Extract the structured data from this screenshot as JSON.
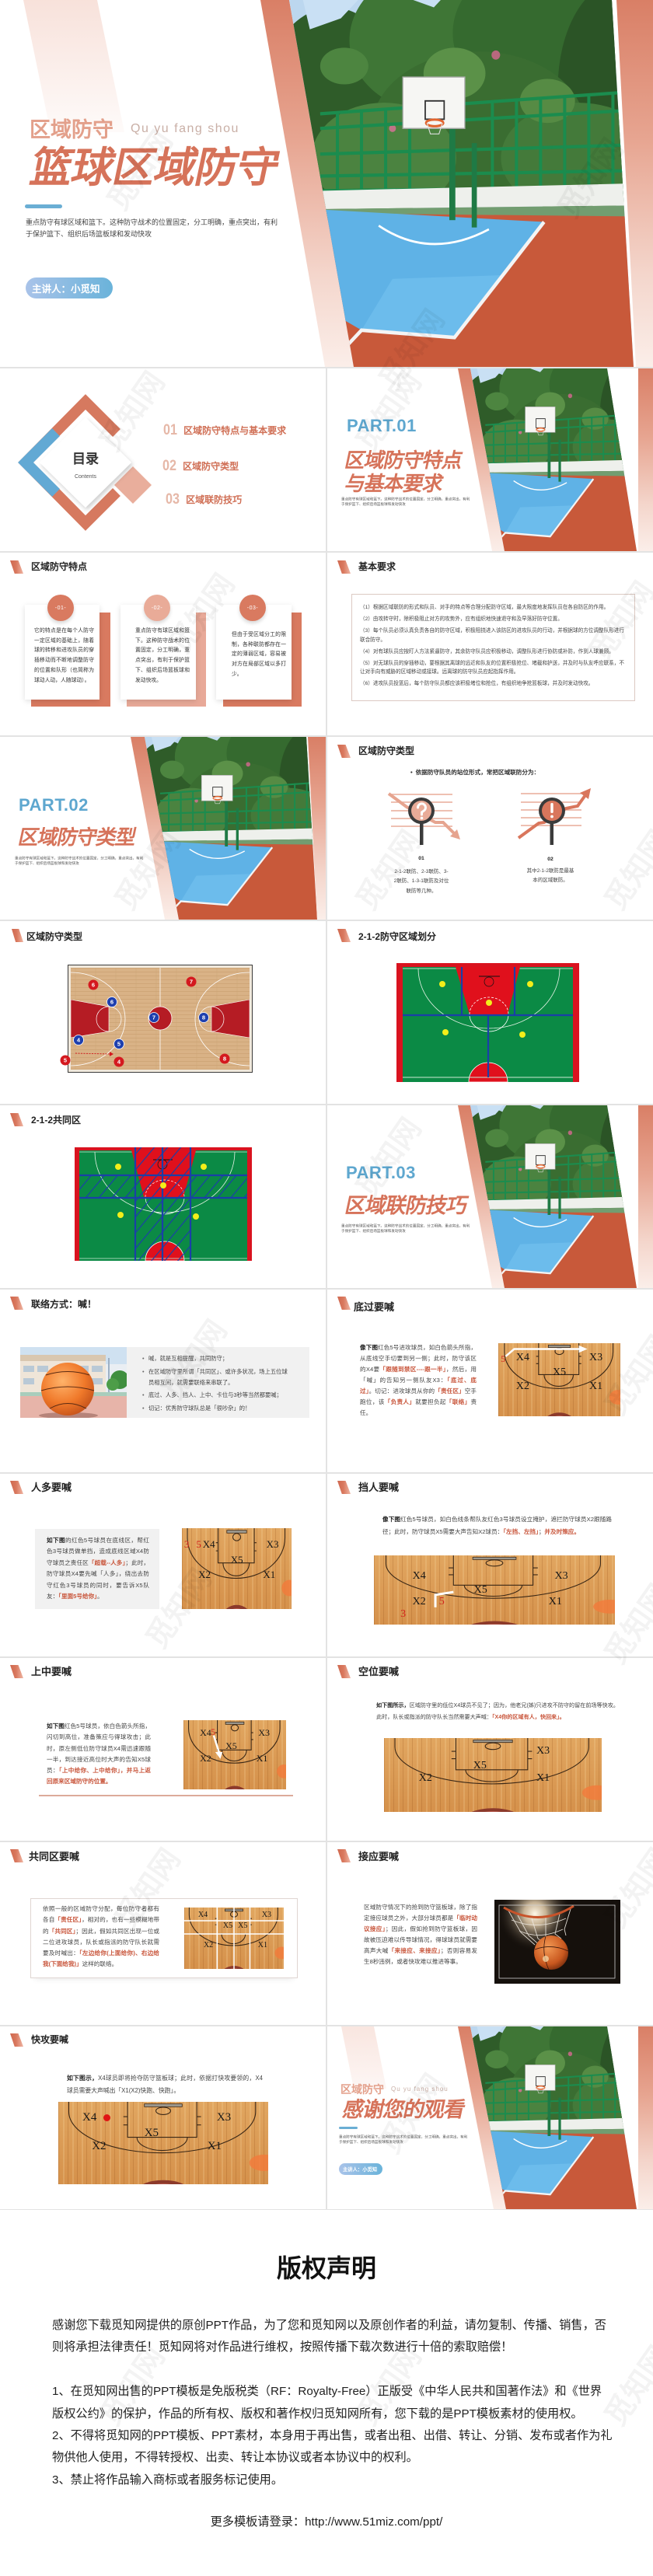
{
  "watermark": "觅知网",
  "colors": {
    "accent": "#d6735a",
    "accent_light": "#e9ab98",
    "blue": "#5ea7cf",
    "highlight": "#c9573d"
  },
  "cover": {
    "subtitle_cn": "区域防守",
    "subtitle_pinyin": "Qu yu fang shou",
    "title": "篮球区域防守",
    "description": "重点防守有球区域和篮下。这种防守战术的位置固定，分工明确，重点突出，有利于保护篮下、组织后场篮板球和发动快攻",
    "presenter": "主讲人：小觅知"
  },
  "toc": {
    "title": "目录",
    "subtitle": "Contents",
    "items": [
      {
        "num": "01",
        "label": "区域防守特点与基本要求"
      },
      {
        "num": "02",
        "label": "区域防守类型"
      },
      {
        "num": "03",
        "label": "区域联防技巧"
      }
    ]
  },
  "part1": {
    "label": "PART.01",
    "title_line1": "区域防守特点",
    "title_line2": "与基本要求",
    "description": "重点防守有球区域和篮下。这种防守战术的位置固定，分工明确，重点突出，有利于保护篮下、组织后场篮板球和发动快攻"
  },
  "part2": {
    "label": "PART.02",
    "title": "区域防守类型",
    "description": "重点防守有球区域和篮下。这种防守战术的位置固定，分工明确，重点突出，有利于保护篮下、组织后场篮板球和发动快攻"
  },
  "part3": {
    "label": "PART.03",
    "title": "区域联防技巧",
    "description": "重点防守有球区域和篮下。这种防守战术的位置固定，分工明确，重点突出，有利于保护篮下、组织后场篮板球和发动快攻"
  },
  "features": {
    "title": "区域防守特点",
    "cards": [
      {
        "num": "-01-",
        "text": "它的特点是在每个人防守一定区域的基础上，随着球的转移和进攻队员的穿插移动而不断地调整防守的位置和队形（也简称为球动人动，人随球动）。"
      },
      {
        "num": "-02-",
        "text": "重点防守有球区域和篮下。这种防守战术的位置固定，分工明确，重点突出，有利于保护篮下、组织后场篮板球和发动快攻。"
      },
      {
        "num": "-03-",
        "text": "但由于受区域分工的限制，各种联防都存在一定的薄弱区域，容易被对方在局部区域以多打少。"
      }
    ]
  },
  "requirements": {
    "title": "基本要求",
    "items": [
      "（1）根据区域联防的形式和队员、对手的特点等合理分配防守区域，最大限度地发挥队员在各自防区的作用。",
      "（2）由攻转守时，除积极阻止对方的攻势外，应有组织地快速退守和及早落好防守位置。",
      "（3）每个队员必须认真负责各自的防守区域，积极阻挠进入该防区的进攻队员的行动，并根据球的方位调整队形进行联合防守。",
      "（4）对有球队员应按盯人方法紧逼防守，其余防守队员应积极移动，调整队形进行协防或补防，作到人球兼顾。",
      "（5）对无球队员的穿插移动，要根据其离球的远近和队友的位置积极抢位、堵截和护送，并及时与队友呼应联系，不让对手向有威胁的区域移动或接球。远离球的防守队员应起指挥作用。",
      "（6）进攻队员投篮后，每个防守队员都应该积极堵位和抢位，有组织地争抢篮板球，并及时发动快攻。"
    ]
  },
  "types": {
    "title": "区域防守类型",
    "lead": "依据防守队员的站位形式，常把区域联防分为：",
    "items": [
      {
        "num": "01",
        "icon": "question-magnifier-icon",
        "text": "2-1-2联防、2-3联防、3-2联防、1-3-1联防及对位联防等几种。"
      },
      {
        "num": "02",
        "icon": "exclamation-magnifier-icon",
        "text": "其中2-1-2联防是最基本的区域联防。"
      }
    ]
  },
  "court_types": {
    "title": "区域防守类型",
    "red_players": [
      "6",
      "7",
      "5",
      "4",
      "8"
    ],
    "blue_players": [
      "6",
      "7",
      "8",
      "4",
      "5"
    ]
  },
  "zone_split": {
    "title": "2-1-2防守区域划分"
  },
  "common_zone_diagram": {
    "title": "2-1-2共同区"
  },
  "contact": {
    "title": "联络方式：喊！",
    "bullets": [
      "喊，就是互相提醒，共同防守；",
      "在区域防守里所谓「共同区」、或许多状况，场上五位球员相互间，就需要联络来串联了。",
      "底过、人多、挡人、上中、卡位与3秒等当然都要喊；",
      "切记：优秀防守球队总是「很吵杂」的！"
    ]
  },
  "baseline_call": {
    "title": "底过要喊",
    "segments": [
      "像下图",
      "红色5号进攻球员，如白色箭头所指，从底线空手切要到另一侧；此时，防守该区的X4要",
      "「跟随到禁区----跟一半」",
      "，然后，用「喊」的告知另一侧队友X3：",
      "「底过、底过」",
      "。切记：进攻球员从你的",
      "「责任区」",
      "空手跑位，该",
      "「负责人」",
      "就要担负起",
      "「联络」",
      "责任。"
    ],
    "labels": [
      "5",
      "X4",
      "X3",
      "X5",
      "X2",
      "X1"
    ]
  },
  "overload_call": {
    "title": "人多要喊",
    "segments": [
      "如下图",
      "的红色5号球员在底线区，帮红色3号球员做单挡，造成底线区域X4防守球员之责任区",
      "「超载--人多」",
      "；此时，防守球员X4要先喊「人多」，绕出去防守红色3号球员的同时，要告诉X5队友：",
      "「里面5号给你」",
      "。"
    ],
    "labels": [
      "3",
      "5",
      "X4",
      "X3",
      "X5",
      "X2",
      "X1"
    ]
  },
  "screen_call": {
    "title": "挡人要喊",
    "segments": [
      "像下图",
      "红色5号球员，如白色线条帮队友红色3号球员设立掩护，遮拦防守球员X2跟随路径；此时，防守球员X5需要大声告知X2球员：",
      "「左挡、左挡」",
      "；",
      "并及时策应。"
    ],
    "labels": [
      "X4",
      "X3",
      "X5",
      "X2",
      "5",
      "X1",
      "3"
    ]
  },
  "high_post_call": {
    "title": "上中要喊",
    "segments": [
      "如下图",
      "红色5号球员，依白色箭头所指，闪切到高位，准备策应与得球攻击；此时，原左侧低位防守球员X4需迅速跟随一半，到达接近高位时大声的告知X5球员：",
      "「上中给你、上中给你」，并马上返回原来区域防守的位置。"
    ],
    "labels": [
      "X4",
      "5",
      "X3",
      "X5",
      "X2",
      "X1"
    ]
  },
  "empty_spot_call": {
    "title": "空位要喊",
    "segments": [
      "如下图所示，",
      "区域防守里的低位X4球员不见了；因为，他老兄(姊)只进攻不防守的留在前场等快攻。此时，队长或指派的防守队长当然需要大声喊：",
      "「X4你的区域有人，快回来」。"
    ],
    "labels": [
      "X3",
      "X5",
      "X2",
      "X1"
    ]
  },
  "common_zone_call": {
    "title": "共同区要喊",
    "segments": [
      "依照一般的区域防守分配，每位防守者都有各自",
      "「责任区」",
      "，相对的，也有一些模糊地带的",
      "「共同区」",
      "；因此，假如共同区出现一位或二位进攻球员，队长或指派的防守队长就需要及时喊出：",
      "「左边给你(上面给你)、右边给我(下面给我)」",
      "这样的联络。"
    ],
    "labels": [
      "X4",
      "X3",
      "X5",
      "X5",
      "X2",
      "X1"
    ]
  },
  "support_call": {
    "title": "接应要喊",
    "segments": [
      "区域防守情况下的抢到防守篮板球，除了指定接应球员之外，大部分球员都是",
      "「临时动议接应」",
      "；因此，假如抢到防守篮板球，因故被压迫难以传导球情况，得球球员就需要高声大喊",
      "「来接应、来接应」",
      "；否则容易发生8秒违例，或者快攻难以推进等事。"
    ]
  },
  "fastbreak_call": {
    "title": "快攻要喊",
    "segments": [
      "如下图示，",
      "X4球员即将抢夺防守篮板球；此时，依据打快攻要领的，X4球员需要大声喊出「X1(X2)快跑、快跑」。"
    ],
    "labels": [
      "X4",
      "X3",
      "X5",
      "X2",
      "X1"
    ]
  },
  "thanks": {
    "subtitle_cn": "区域防守",
    "subtitle_pinyin": "Qu yu fang shou",
    "title": "感谢您的观看",
    "description": "重点防守有球区域和篮下。这种防守战术的位置固定，分工明确，重点突出，有利于保护篮下、组织后场篮板球和发动快攻",
    "presenter": "主讲人：小觅知"
  },
  "copyright": {
    "title": "版权声明",
    "intro": "感谢您下载觅知网提供的原创PPT作品，为了您和觅知网以及原创作者的利益，请勿复制、传播、销售，否则将承担法律责任！觅知网将对作品进行维权，按照传播下载次数进行十倍的索取赔偿！",
    "items": [
      "1、在觅知网出售的PPT模板是免版税类（RF：Royalty-Free）正版受《中华人民共和国著作法》和《世界版权公约》的保护，作品的所有权、版权和著作权归觅知网所有，您下载的是PPT模板素材的使用权。",
      "2、不得将觅知网的PPT模板、PPT素材，本身用于再出售，或者出租、出借、转让、分销、发布或者作为礼物供他人使用，不得转授权、出卖、转让本协议或者本协议中的权利。",
      "3、禁止将作品输入商标或者服务标记使用。"
    ],
    "footer": "更多模板请登录：http://www.51miz.com/ppt/"
  }
}
